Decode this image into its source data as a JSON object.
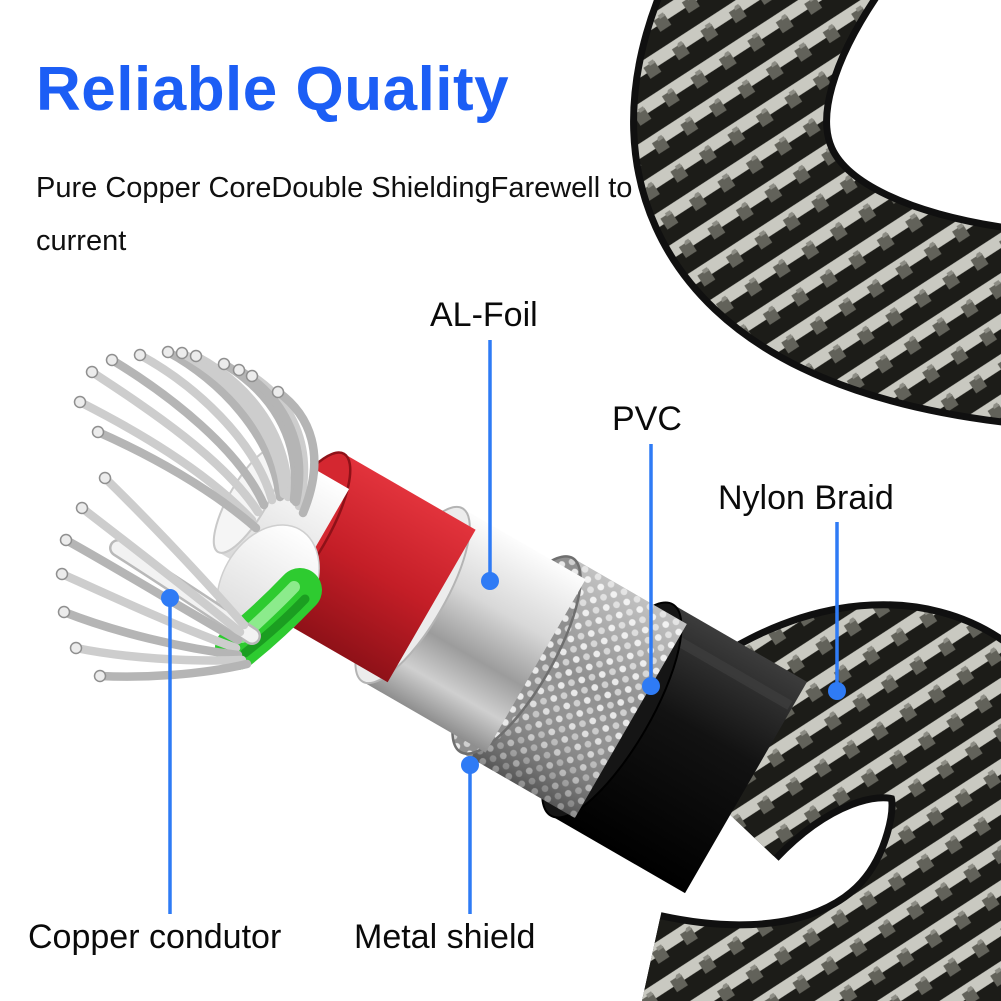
{
  "title": "Reliable Quality",
  "subtitle": "Pure Copper CoreDouble ShieldingFarewell to current",
  "callouts": {
    "al_foil": "AL-Foil",
    "pvc": "PVC",
    "nylon_braid": "Nylon Braid",
    "copper_conductor": "Copper condutor",
    "metal_shield": "Metal shield"
  },
  "colors": {
    "title_blue": "#1c5ef5",
    "callout_blue": "#2f7bf5",
    "insulation_red": "#c41e27",
    "wire_green": "#2ecb30",
    "pvc_black": "#0d0d0d",
    "foil_silver": "#d8d8d8",
    "braid_dark": "#1c1c18",
    "braid_light": "#c9c9c1"
  }
}
